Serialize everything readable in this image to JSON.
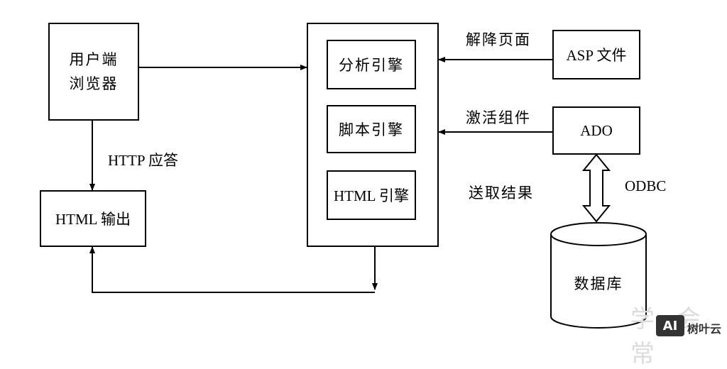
{
  "nodes": {
    "browser": "用户端\n浏览器",
    "html_output": "HTML 输出",
    "parse_engine": "分析引擎",
    "script_engine": "脚本引擎",
    "html_engine": "HTML 引擎",
    "asp_file": "ASP 文件",
    "ado": "ADO",
    "database": "数据库"
  },
  "edge_labels": {
    "http_response": "HTTP 应答",
    "parse_page": "解降页面",
    "activate_component": "激活组件",
    "fetch_result": "送取结果",
    "odbc": "ODBC"
  },
  "watermark": {
    "text": "学 会 常",
    "logo": "AI",
    "site": "树叶云"
  }
}
